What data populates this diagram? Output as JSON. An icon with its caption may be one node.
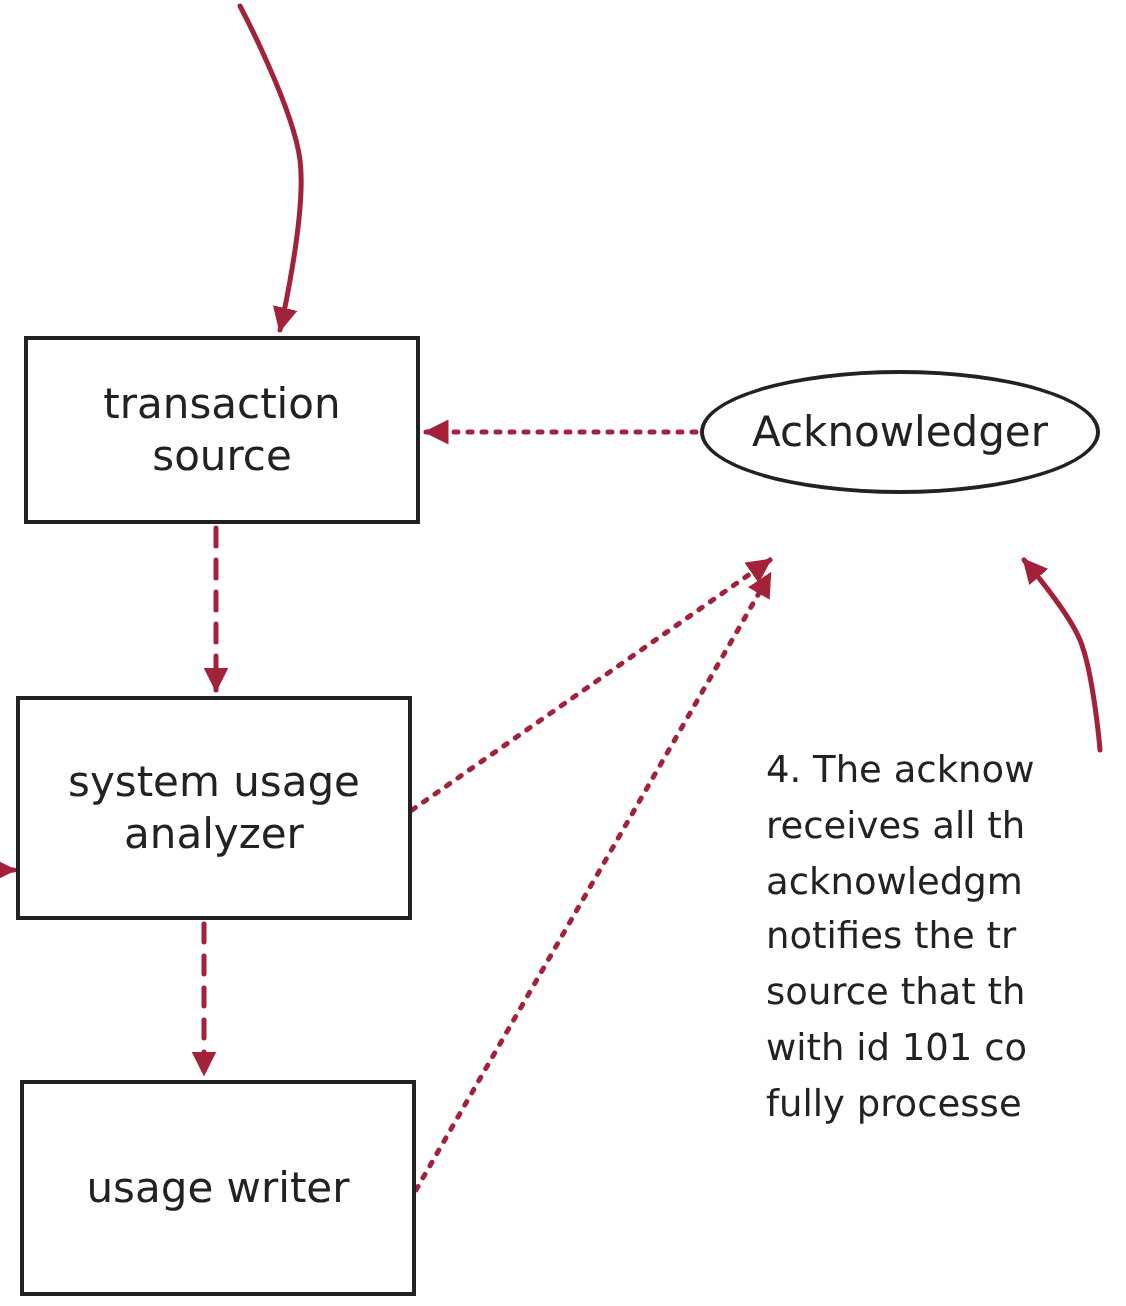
{
  "diagram": {
    "nodes": [
      {
        "text": [
          "transaction source"
        ]
      },
      {
        "text": [
          "Acknowledger"
        ]
      },
      {
        "text": [
          "system usage analyzer"
        ]
      },
      {
        "text": [
          "usage writer"
        ]
      },
      {
        "text": [
          "4. The acknow receives all th acknowledgm notifies the tr source that th with id 101 co fully processe"
        ]
      }
    ],
    "edges": [
      {
        "from": null,
        "to": 0,
        "arrow": "to"
      },
      {
        "from": 1,
        "to": 0,
        "arrow": "to",
        "style": "dashed"
      },
      {
        "from": 0,
        "to": 2,
        "arrow": "to",
        "style": "dashed"
      },
      {
        "from": 2,
        "to": 3,
        "arrow": "to",
        "style": "dashed"
      },
      {
        "from": 2,
        "to": 1,
        "arrow": "to",
        "style": "dashed"
      },
      {
        "from": 3,
        "to": 1,
        "arrow": "to",
        "style": "dashed"
      },
      {
        "from": 4,
        "to": 1,
        "arrow": "to"
      },
      {
        "from": null,
        "to": 2,
        "arrow": "to"
      }
    ]
  }
}
